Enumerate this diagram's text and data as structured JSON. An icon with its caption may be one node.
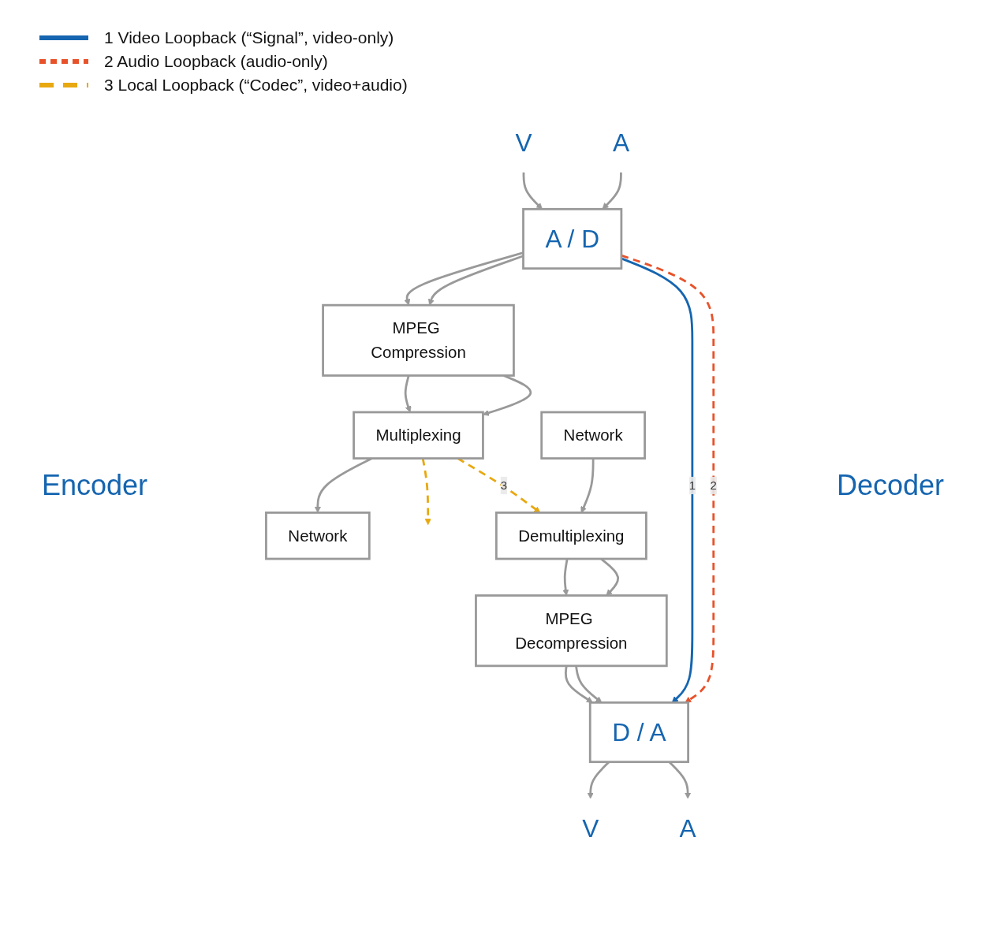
{
  "diagram": {
    "nodes": [
      {
        "text": [
          "Network"
        ]
      },
      {
        "text": [
          "Multiplexing"
        ]
      },
      {
        "text": [
          "MPEG Compression"
        ]
      },
      {
        "text": [
          "A / D"
        ]
      },
      {
        "text": [
          "V"
        ]
      },
      {
        "text": [
          "A"
        ]
      },
      {
        "text": [
          "Network"
        ]
      },
      {
        "text": [
          "Demultiplexing"
        ]
      },
      {
        "text": [
          "MPEG Decompression"
        ]
      },
      {
        "text": [
          "D / A"
        ]
      },
      {
        "text": [
          "V"
        ]
      },
      {
        "text": [
          "A"
        ]
      }
    ],
    "edges": [
      {
        "from": 4,
        "to": 3,
        "arrow": "to"
      },
      {
        "from": 5,
        "to": 3,
        "arrow": "to"
      },
      {
        "from": 3,
        "to": 2,
        "arrow": "to"
      },
      {
        "from": 3,
        "to": 2,
        "arrow": "to"
      },
      {
        "from": 2,
        "to": 1,
        "arrow": "to"
      },
      {
        "from": 2,
        "to": 1,
        "arrow": "to"
      },
      {
        "from": 1,
        "to": 0,
        "arrow": "to"
      },
      {
        "from": 1,
        "to": null,
        "arrow": "to",
        "style": "dashed",
        "color": "#e8a80f"
      },
      {
        "from": 1,
        "to": 7,
        "label": "3",
        "arrow": "to",
        "style": "dashed",
        "color": "#e8a80f"
      },
      {
        "from": 6,
        "to": 7,
        "arrow": "to"
      },
      {
        "from": 7,
        "to": 8,
        "arrow": "to"
      },
      {
        "from": 7,
        "to": 8,
        "arrow": "to"
      },
      {
        "from": 3,
        "to": 9,
        "label": "1",
        "arrow": "to",
        "color": "#1565b0"
      },
      {
        "from": 3,
        "to": 9,
        "label": "2",
        "arrow": "to",
        "style": "dashed",
        "color": "#e8522a"
      },
      {
        "from": 8,
        "to": 9,
        "arrow": "to"
      },
      {
        "from": 8,
        "to": 9,
        "arrow": "to"
      },
      {
        "from": 9,
        "to": 10,
        "arrow": "to"
      },
      {
        "from": 9,
        "to": 11,
        "arrow": "to"
      }
    ],
    "labels": [
      "Encoder",
      "Decoder"
    ],
    "legend": [
      {
        "text": "1 Video Loopback (“Signal”, video-only)"
      },
      {
        "text": "2 Audio Loopback (audio-only)"
      },
      {
        "text": "3 Local Loopback (“Codec”, video+audio)"
      }
    ]
  }
}
